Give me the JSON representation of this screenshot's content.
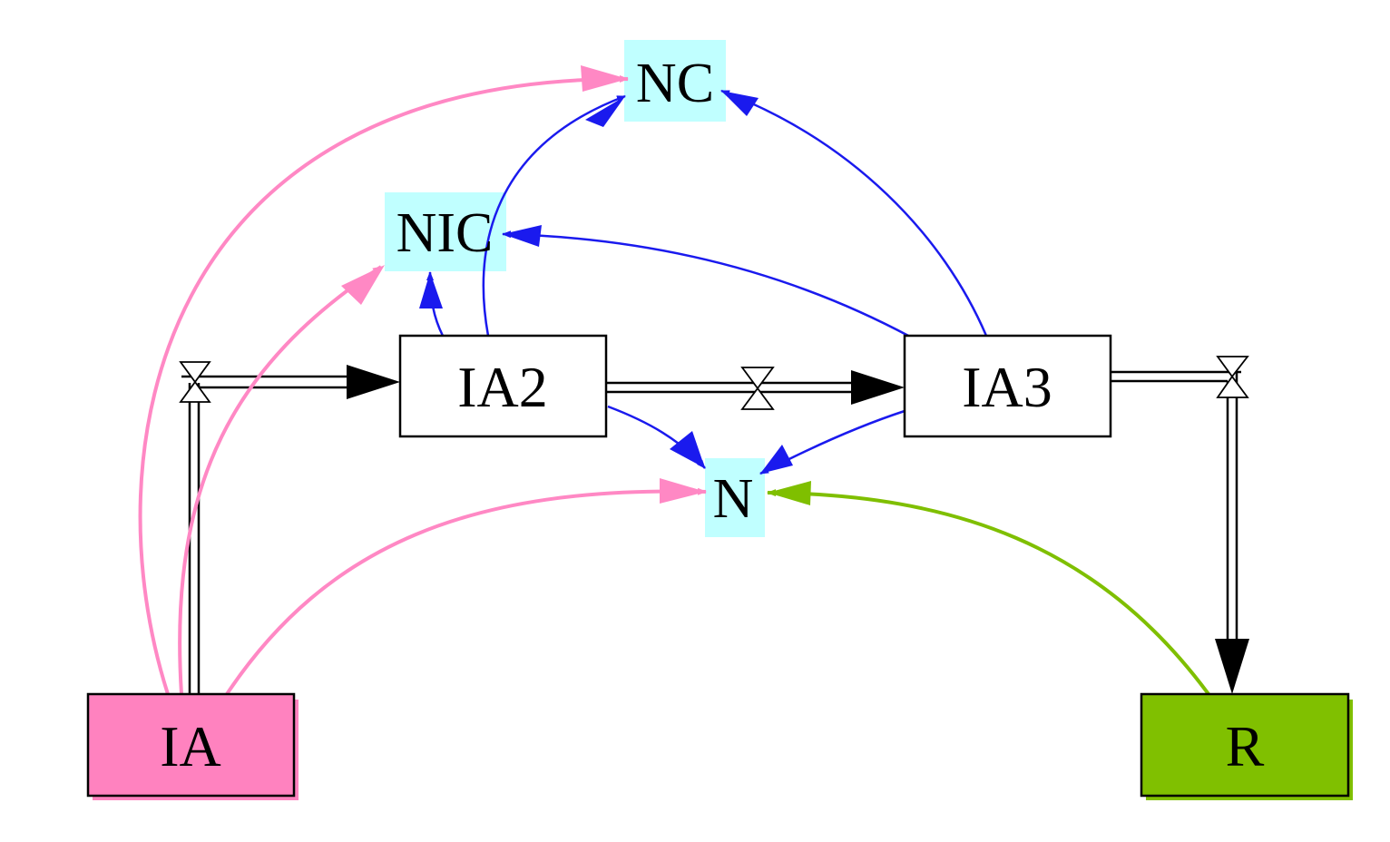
{
  "diagram": {
    "stocks": {
      "ia": {
        "label": "IA",
        "fill": "#ff82bf"
      },
      "ia2": {
        "label": "IA2",
        "fill": "#ffffff"
      },
      "ia3": {
        "label": "IA3",
        "fill": "#ffffff"
      },
      "r": {
        "label": "R",
        "fill": "#80c000"
      }
    },
    "variables": {
      "nc": {
        "label": "NC",
        "fill": "#c0ffff"
      },
      "nic": {
        "label": "NIC",
        "fill": "#c0ffff"
      },
      "n": {
        "label": "N",
        "fill": "#c0ffff"
      }
    },
    "colors": {
      "pink_link": "#ff88c4",
      "blue_link": "#1a1aee",
      "green_link": "#7fbf00",
      "flow": "#000000"
    }
  }
}
